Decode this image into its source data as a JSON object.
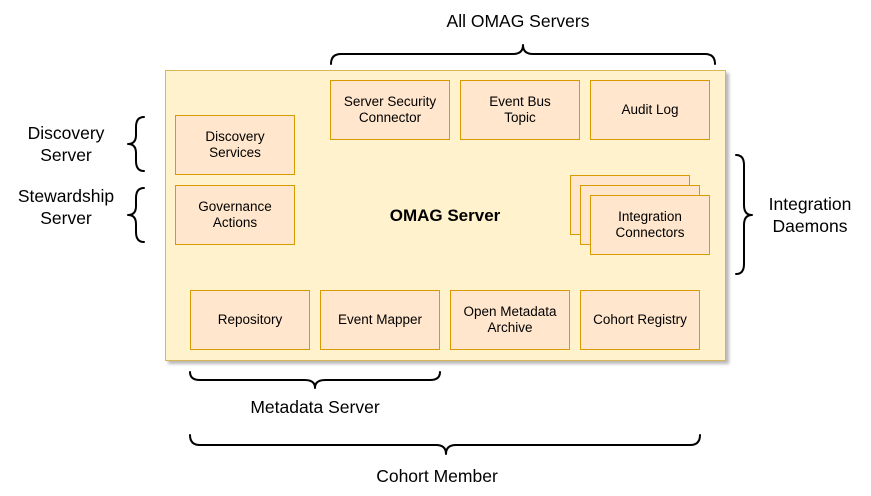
{
  "diagram": {
    "server_title": "OMAG Server",
    "components": {
      "server_security_connector": "Server Security\nConnector",
      "event_bus_topic": "Event Bus\nTopic",
      "audit_log": "Audit Log",
      "discovery_services": "Discovery\nServices",
      "governance_actions": "Governance\nActions",
      "integration_connectors": "Integration\nConnectors",
      "repository": "Repository",
      "event_mapper": "Event Mapper",
      "open_metadata_archive": "Open Metadata\nArchive",
      "cohort_registry": "Cohort Registry"
    },
    "labels": {
      "all_omag_servers": "All OMAG Servers",
      "discovery_server": "Discovery\nServer",
      "stewardship_server": "Stewardship\nServer",
      "integration_daemons": "Integration\nDaemons",
      "metadata_server": "Metadata Server",
      "cohort_member": "Cohort Member"
    },
    "colors": {
      "server_fill": "#fff2cc",
      "server_border": "#d6b656",
      "component_fill": "#ffe6cc",
      "component_border": "#d79b00"
    }
  }
}
